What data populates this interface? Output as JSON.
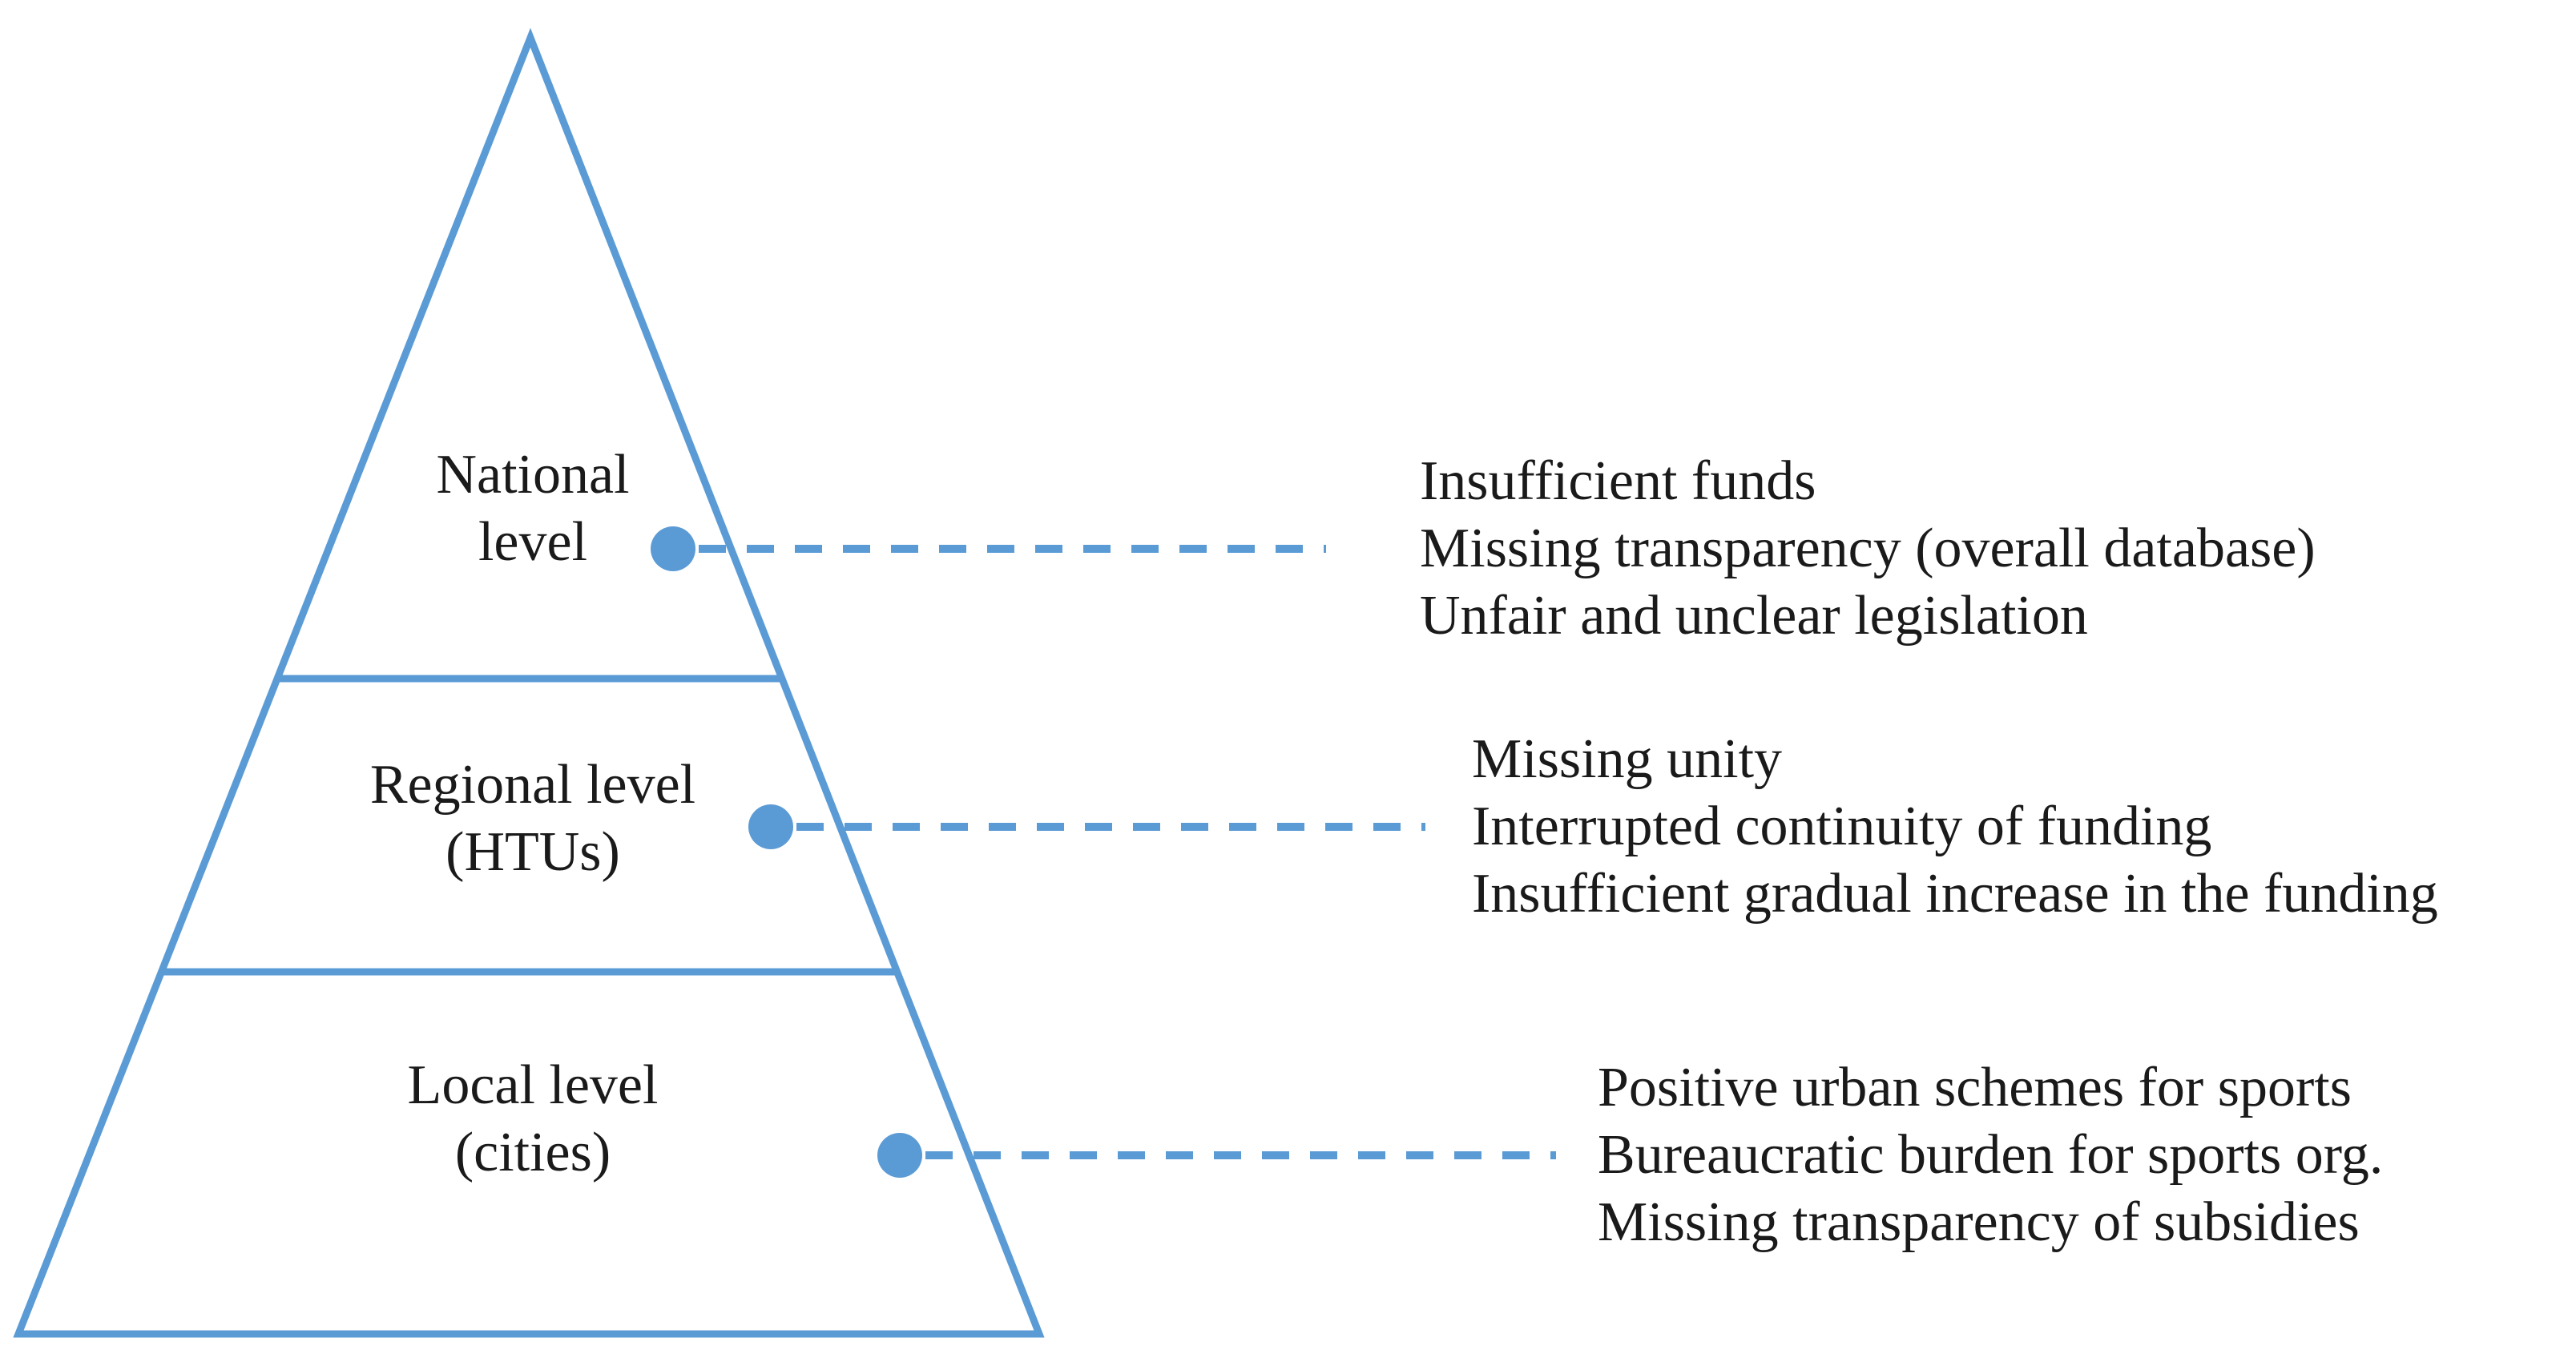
{
  "colors": {
    "accent": "#5B9BD5",
    "text": "#1a1a1a",
    "background": "#ffffff"
  },
  "pyramid": {
    "levels": [
      {
        "id": "national",
        "label_lines": [
          "National",
          "level"
        ]
      },
      {
        "id": "regional",
        "label_lines": [
          "Regional level",
          "(HTUs)"
        ]
      },
      {
        "id": "local",
        "label_lines": [
          "Local level",
          "(cities)"
        ]
      }
    ]
  },
  "annotations": [
    {
      "level": "national",
      "lines": [
        "Insufficient funds",
        "Missing transparency (overall database)",
        "Unfair and unclear legislation"
      ]
    },
    {
      "level": "regional",
      "lines": [
        "Missing unity",
        "Interrupted continuity of funding",
        "Insufficient gradual increase in the funding"
      ]
    },
    {
      "level": "local",
      "lines": [
        "Positive urban schemes for sports",
        "Bureaucratic burden for sports org.",
        "Missing transparency of subsidies"
      ]
    }
  ]
}
